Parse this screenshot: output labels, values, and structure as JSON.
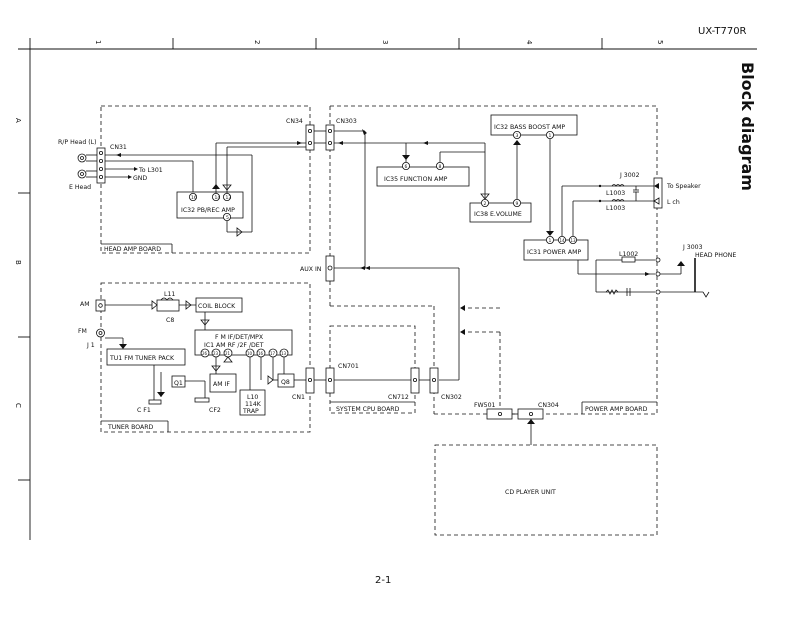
{
  "model": "UX-T770R",
  "title": "Block diagram",
  "page_number": "2-1",
  "columns": [
    "1",
    "2",
    "3",
    "4",
    "5"
  ],
  "rows": [
    "A",
    "B",
    "C"
  ],
  "boards": {
    "head_amp": "HEAD AMP BOARD",
    "tuner": "TUNER BOARD",
    "system_cpu": "SYSTEM CPU BOARD",
    "power_amp": "POWER AMP BOARD",
    "cd_player": "CD PLAYER UNIT"
  },
  "blocks": {
    "ic32_pb": "IC32 PB/REC AMP",
    "ic35": "IC35 FUNCTION AMP",
    "ic32_bass": "IC32 BASS BOOST AMP",
    "ic38": "IC38 E.VOLUME",
    "ic31": "IC31 POWER AMP",
    "coil": "COIL BLOCK",
    "tu1": "TU1 FM TUNER PACK",
    "ic1_line1": "F M IF/DET/MPX",
    "ic1_line2": "IC1 AM RF /2F /DET",
    "am_if": "AM IF",
    "l10_1": "L10",
    "l10_2": "114K",
    "l10_3": "TRAP",
    "q8": "Q8",
    "q1": "Q1"
  },
  "labels": {
    "rp_head": "R/P Head (L)",
    "e_head": "E Head",
    "cn31": "CN31",
    "to_l301": "To L301",
    "gnd": "GND",
    "cn34": "CN34",
    "cn303": "CN303",
    "aux_in": "AUX IN",
    "am": "AM",
    "fm": "FM",
    "j1": "J 1",
    "l11": "L11",
    "c8": "C8",
    "cf1": "C F1",
    "cf2": "CF2",
    "cn1": "CN1",
    "cn701": "CN701",
    "cn712": "CN712",
    "cn302": "CN302",
    "fw501": "FW501",
    "cn304": "CN304",
    "j3002": "J 3002",
    "l1003a": "L1003",
    "l1003b": "L1003",
    "to_speaker": "To Speaker",
    "lch": "L ch",
    "l1002": "L1002",
    "j3003": "J 3003",
    "headphone": "HEAD PHONE"
  },
  "pins": {
    "ic32pb": [
      "16",
      "14",
      "13",
      "5"
    ],
    "ic35": [
      "6",
      "8"
    ],
    "ic32bass": [
      "3",
      "1"
    ],
    "ic38": [
      "2",
      "9"
    ],
    "ic31": [
      "1",
      "14",
      "13"
    ],
    "ic1": [
      "26",
      "23",
      "21",
      "10",
      "16",
      "17",
      "13"
    ]
  }
}
